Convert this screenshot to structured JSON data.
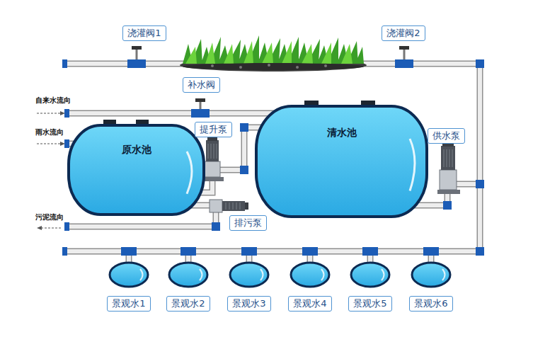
{
  "diagram": {
    "nodes": [
      {
        "text": [
          "浇灌阀1"
        ]
      },
      {
        "text": [
          "浇灌阀2"
        ]
      },
      {
        "text": [
          "补水阀"
        ]
      },
      {
        "text": [
          "原水池"
        ]
      },
      {
        "text": [
          "清水池"
        ]
      },
      {
        "text": [
          "提升泵"
        ]
      },
      {
        "text": [
          "供水泵"
        ]
      },
      {
        "text": [
          "排污泵"
        ]
      },
      {
        "text": [
          "景观水1"
        ]
      },
      {
        "text": [
          "景观水2"
        ]
      },
      {
        "text": [
          "景观水3"
        ]
      },
      {
        "text": [
          "景观水4"
        ]
      },
      {
        "text": [
          "景观水5"
        ]
      },
      {
        "text": [
          "景观水6"
        ]
      }
    ],
    "edges": [
      {
        "from": 3,
        "to": 4,
        "arrow": "none"
      }
    ],
    "labels": [
      "自来水流向",
      "雨水流向",
      "污泥流向"
    ]
  }
}
